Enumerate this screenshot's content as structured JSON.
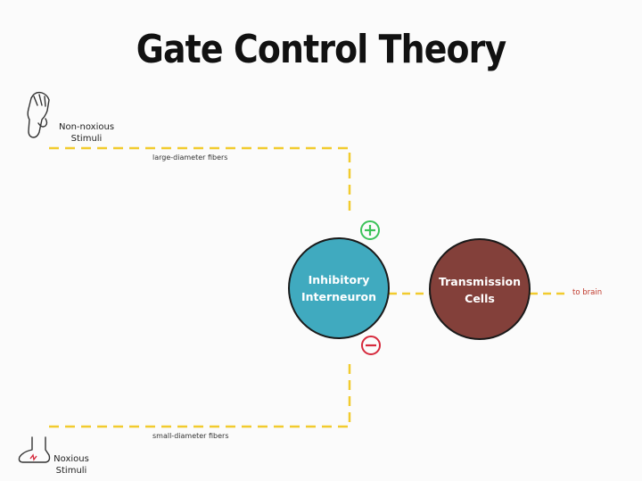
{
  "title": "Gate Control Theory",
  "stimuli": {
    "top": {
      "line1": "Non-noxious",
      "line2": "Stimuli"
    },
    "bottom": {
      "line1": "Noxious",
      "line2": "Stimuli"
    }
  },
  "fibers": {
    "large": "large-diameter fibers",
    "small": "small-diameter fibers"
  },
  "nodes": {
    "interneuron": {
      "line1": "Inhibitory",
      "line2": "Interneuron",
      "color": "#40aabf"
    },
    "transmission": {
      "line1": "Transmission",
      "line2": "Cells",
      "color": "#83403a"
    }
  },
  "signs": {
    "excite": {
      "symbol": "+",
      "color": "#3cc35a"
    },
    "inhibit": {
      "symbol": "−",
      "color": "#d62a3d"
    }
  },
  "output": {
    "label": "to brain"
  },
  "colors": {
    "fiber_line": "#f2cb2e",
    "text": "#111111"
  }
}
